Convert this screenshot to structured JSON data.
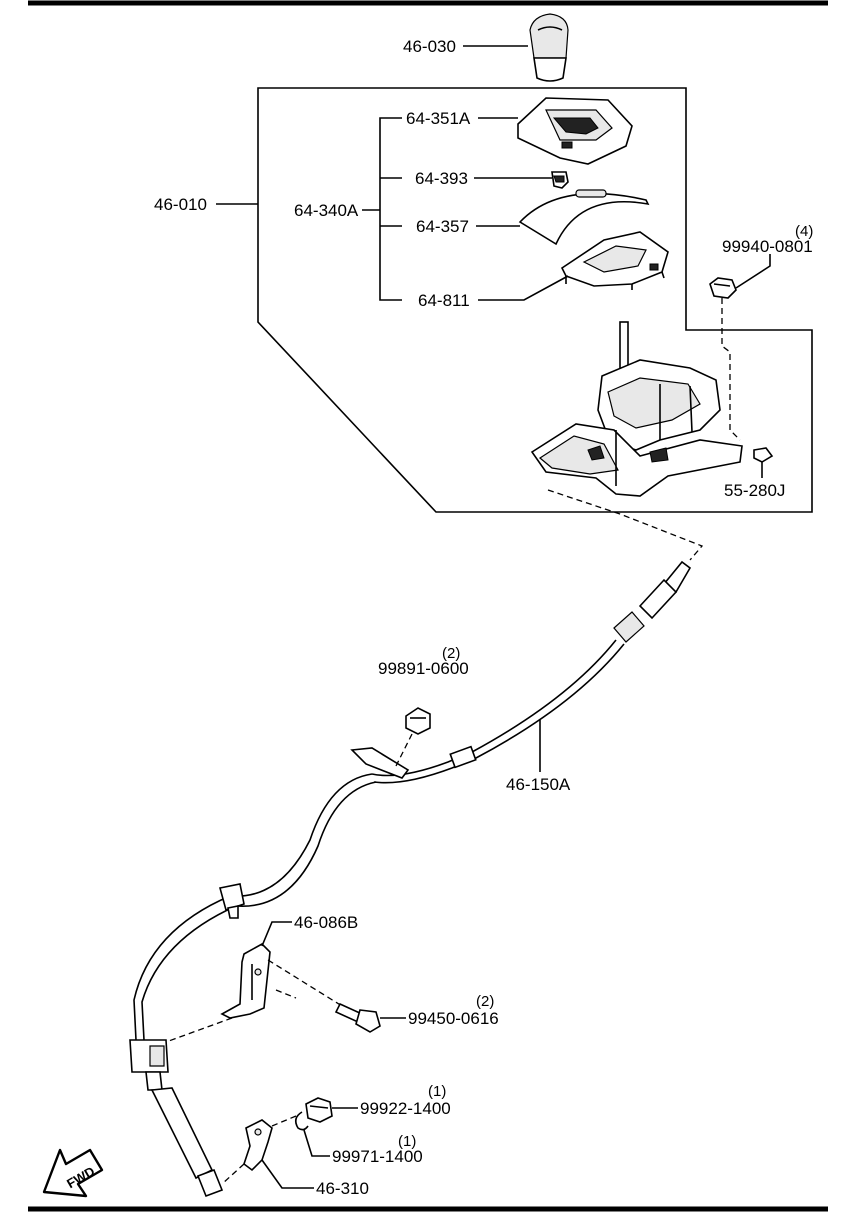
{
  "parts": {
    "knob": "46-030",
    "shift_lever_assy": "46-010",
    "panel_assy": "64-340A",
    "indicator_panel": "64-351A",
    "bulb": "64-393",
    "cover": "64-357",
    "bezel": "64-811",
    "nut_top": {
      "number": "99940-0801",
      "qty": "(4)"
    },
    "pin": "55-280J",
    "nut_mid": {
      "number": "99891-0600",
      "qty": "(2)"
    },
    "cable": "46-150A",
    "bracket": "46-086B",
    "bolt": {
      "number": "99450-0616",
      "qty": "(2)"
    },
    "nut_low": {
      "number": "99922-1400",
      "qty": "(1)"
    },
    "clip": {
      "number": "99971-1400",
      "qty": "(1)"
    },
    "lever": "46-310"
  },
  "direction_arrow": "FWD"
}
